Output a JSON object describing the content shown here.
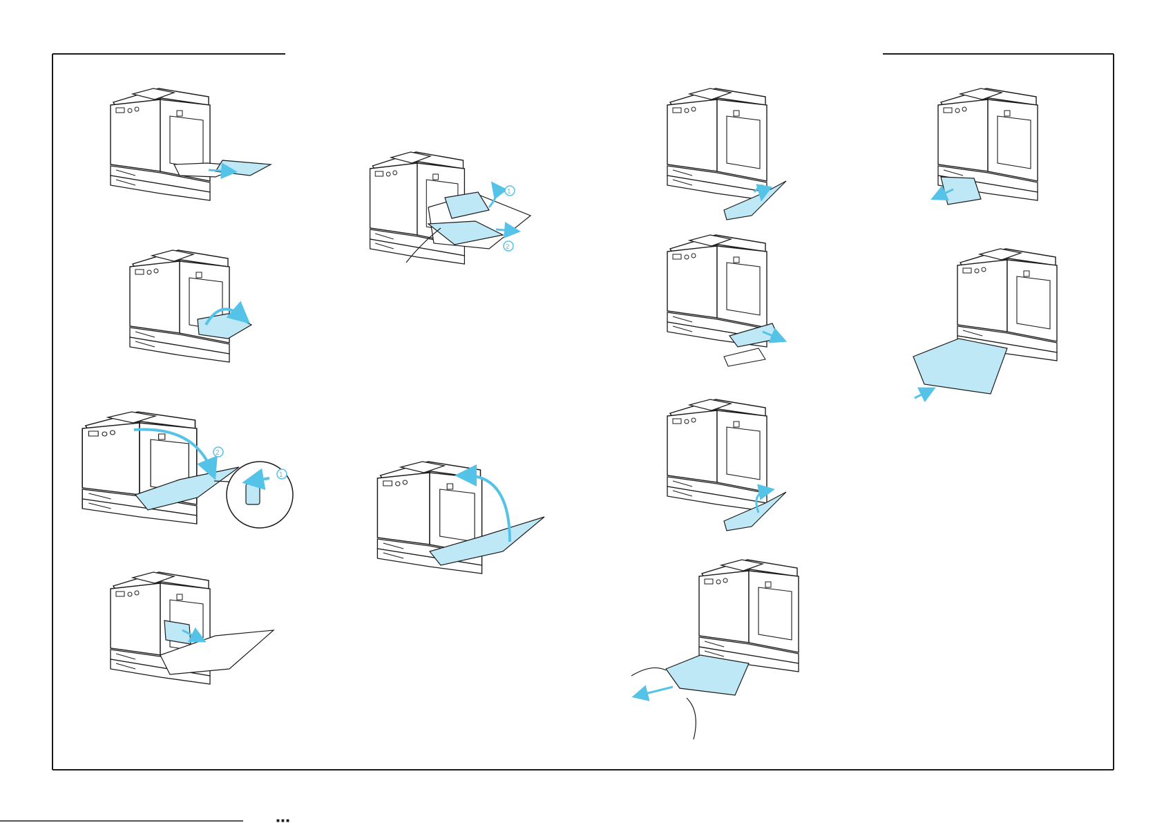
{
  "page": {
    "type": "printer-paper-jam-instruction-sheet",
    "accent_color": "#55c3e8",
    "line_color": "#1a1a1a"
  },
  "figures": [
    {
      "id": "mp-tray-pull-paper",
      "icon": "printer-pull-paper-from-mp-tray"
    },
    {
      "id": "mp-tray-close-cover",
      "icon": "printer-close-mp-tray-cover"
    },
    {
      "id": "open-cover-a",
      "icon": "printer-open-front-cover",
      "callouts": [
        "1",
        "2"
      ]
    },
    {
      "id": "remove-paper-inside",
      "icon": "printer-remove-jammed-paper"
    },
    {
      "id": "open-duplex-unit",
      "icon": "printer-duplex-unit-remove-paper",
      "callouts": [
        "1",
        "2"
      ]
    },
    {
      "id": "close-cover-a",
      "icon": "printer-close-front-cover"
    },
    {
      "id": "open-lower-cover",
      "icon": "printer-open-lower-cover"
    },
    {
      "id": "pull-paper-lower",
      "icon": "printer-pull-paper-lower-cover"
    },
    {
      "id": "close-lower-cover",
      "icon": "printer-close-lower-cover"
    },
    {
      "id": "pull-out-cassette",
      "icon": "printer-pull-out-paper-cassette"
    },
    {
      "id": "remove-paper-cassette-slot",
      "icon": "printer-remove-paper-cassette-slot"
    },
    {
      "id": "insert-cassette",
      "icon": "printer-insert-paper-cassette"
    }
  ],
  "footer": {
    "text": "■ ■ ■"
  }
}
